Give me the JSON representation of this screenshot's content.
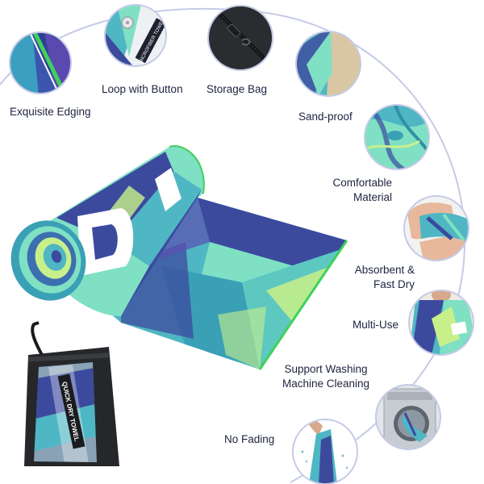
{
  "features": [
    {
      "name": "exquisite-edging",
      "label": "Exquisite Edging"
    },
    {
      "name": "loop-with-button",
      "label": "Loop with Button"
    },
    {
      "name": "storage-bag",
      "label": "Storage Bag"
    },
    {
      "name": "sand-proof",
      "label": "Sand-proof"
    },
    {
      "name": "comfortable-material",
      "label": "Comfortable\nMaterial"
    },
    {
      "name": "absorbent-fast-dry",
      "label": "Absorbent &\nFast Dry"
    },
    {
      "name": "multi-use",
      "label": "Multi-Use"
    },
    {
      "name": "support-washing",
      "label": "Support Washing\nMachine Cleaning"
    },
    {
      "name": "no-fading",
      "label": "No Fading"
    }
  ],
  "tags": {
    "loop_tag": "MICROFIBER TOWEL",
    "bag_tag": "QUICK DRY TOWEL"
  },
  "colors": {
    "arc": "#c5cbe6",
    "navy": "#3c4a9e",
    "teal": "#4fb6c3",
    "mint": "#7fe0c4",
    "lime": "#c8f08a",
    "green_edge": "#3fd15a",
    "text": "#1d2340"
  }
}
